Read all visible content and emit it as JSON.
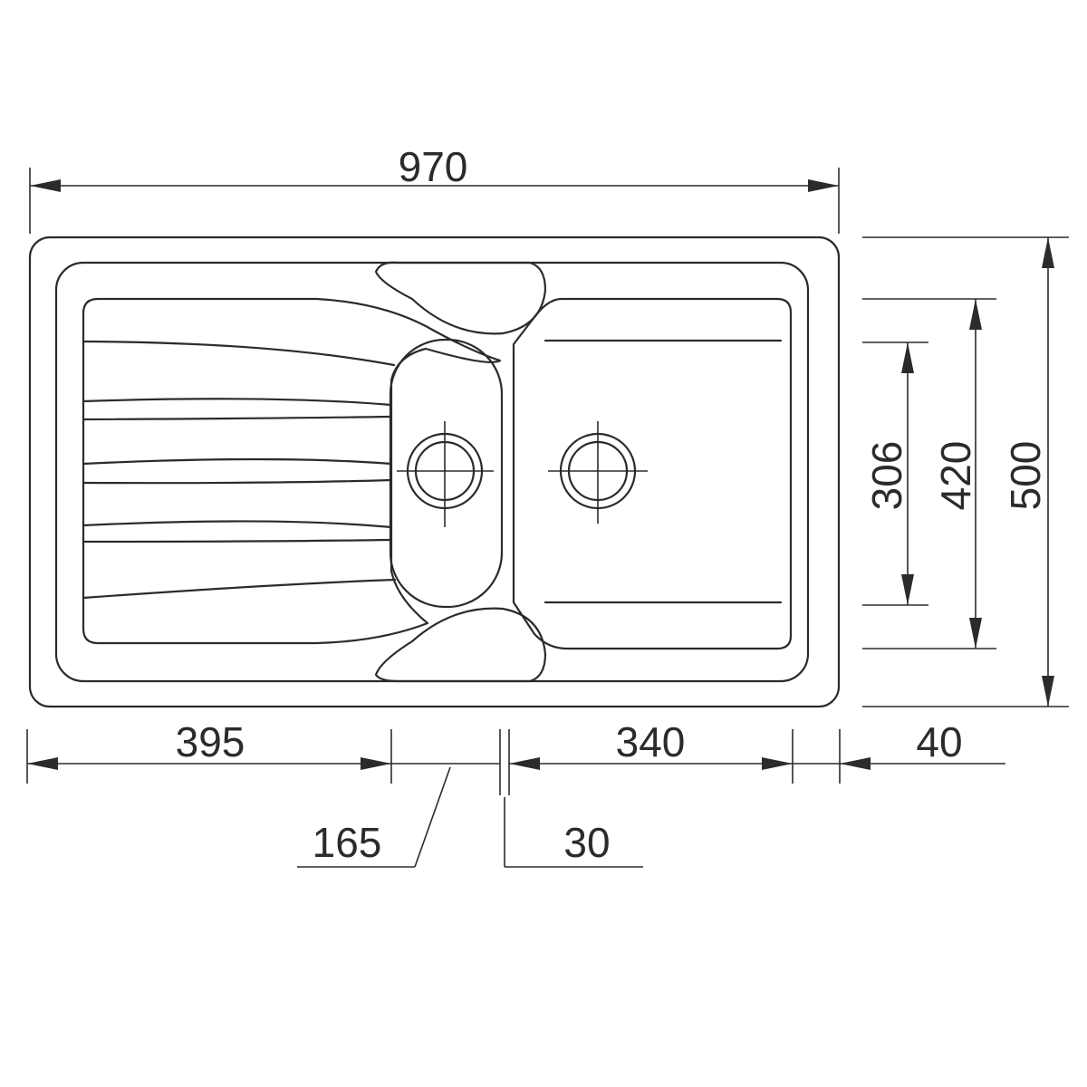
{
  "dimensions": {
    "overall_width": "970",
    "overall_depth": "500",
    "bowl_depth_inner": "420",
    "small_bowl_depth": "306",
    "drainer_width": "395",
    "small_bowl_width": "165",
    "divider_width": "30",
    "main_bowl_width": "340",
    "edge_margin": "40"
  }
}
